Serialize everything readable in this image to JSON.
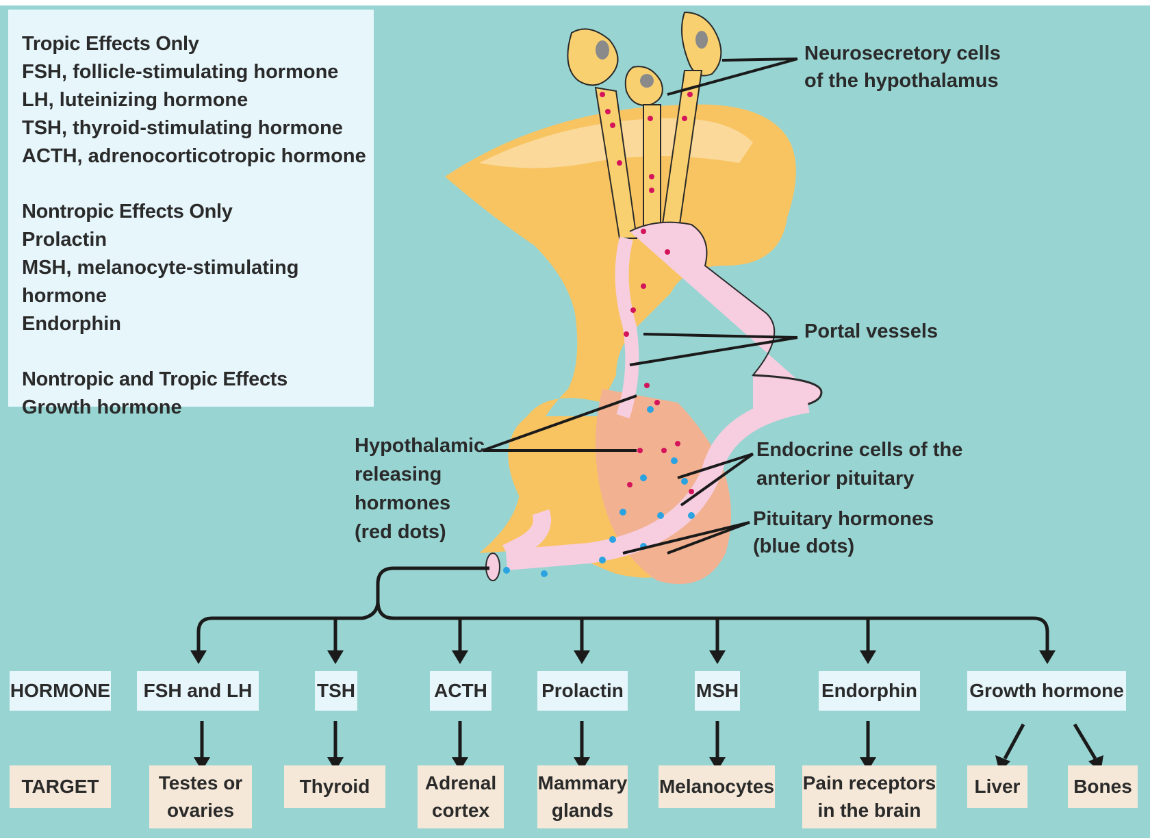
{
  "legend": {
    "groups": [
      {
        "title": "Tropic Effects Only",
        "items": [
          "FSH, follicle-stimulating hormone",
          "LH, luteinizing hormone",
          "TSH, thyroid-stimulating hormone",
          "ACTH, adrenocorticotropic hormone"
        ]
      },
      {
        "title": "Nontropic Effects Only",
        "items": [
          "Prolactin",
          "MSH, melanocyte-stimulating hormone",
          "Endorphin"
        ]
      },
      {
        "title": "Nontropic and Tropic Effects",
        "items": [
          "Growth hormone"
        ]
      }
    ]
  },
  "callouts": {
    "neurosecretory": "Neurosecretory cells\nof the hypothalamus",
    "portal": "Portal vessels",
    "releasing": "Hypothalamic\nreleasing\nhormones\n(red dots)",
    "endocrine": "Endocrine cells of the\nanterior pituitary",
    "pituitary_hormones": "Pituitary hormones\n(blue dots)"
  },
  "row_labels": {
    "hormone": "HORMONE",
    "target": "TARGET"
  },
  "hormones": [
    "FSH and LH",
    "TSH",
    "ACTH",
    "Prolactin",
    "MSH",
    "Endorphin",
    "Growth hormone"
  ],
  "targets": [
    "Testes or\novaries",
    "Thyroid",
    "Adrenal\ncortex",
    "Mammary\nglands",
    "Melanocytes",
    "Pain receptors\nin the brain",
    "Liver",
    "Bones"
  ],
  "colors": {
    "background": "#98d4d2",
    "box": "#e6f6fb",
    "target_box": "#f5e8d8",
    "tissue": "#f8c462",
    "vessel": "#f7cde0",
    "red_dot": "#d4145a",
    "blue_dot": "#2aa3e0"
  }
}
